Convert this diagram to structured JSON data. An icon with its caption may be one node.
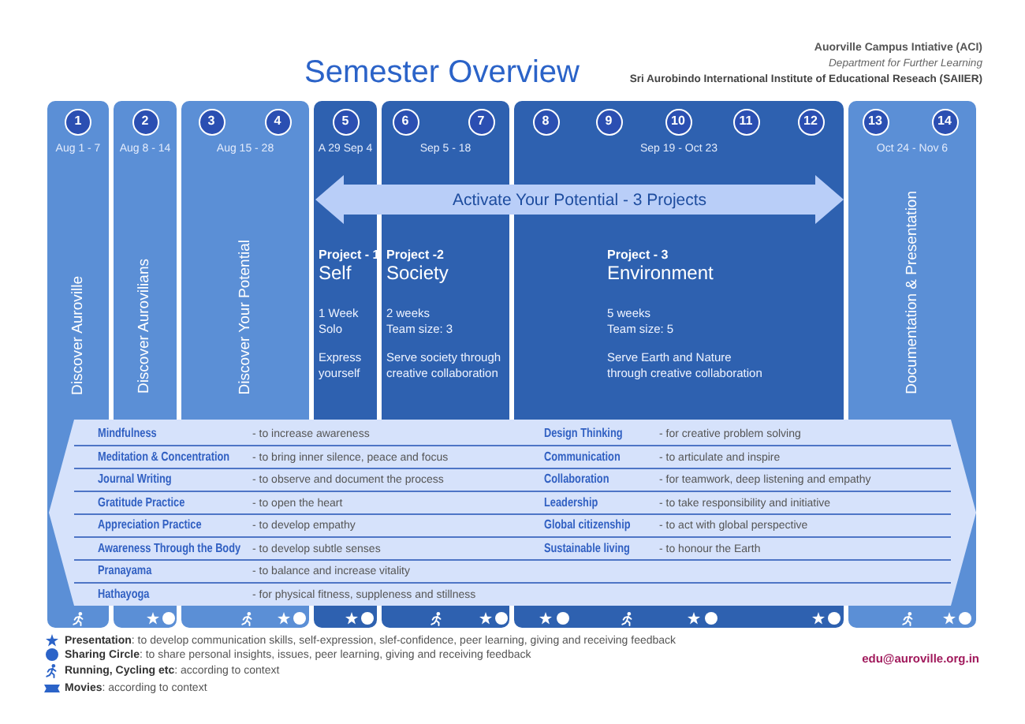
{
  "diagram": {
    "title": "Semester Overview",
    "nodes": [
      {
        "text": [
          "Aug 1 - 7",
          "Discover Auroville"
        ]
      },
      {
        "text": [
          "1"
        ],
        "in": 0
      },
      {
        "text": [
          "Aug 8 - 14",
          "Discover Aurovilians"
        ]
      },
      {
        "text": [
          "2"
        ],
        "in": 2
      },
      {
        "text": [
          "Aug 15 - 28",
          "Discover Your Potential"
        ]
      },
      {
        "text": [
          "3"
        ],
        "in": 4
      },
      {
        "text": [
          "4"
        ],
        "in": 4
      },
      {
        "text": [
          "A 29 Sep 4",
          "Project - 1",
          "Self",
          "1 Week Solo",
          "Express yourself"
        ]
      },
      {
        "text": [
          "5"
        ],
        "in": 7
      },
      {
        "text": [
          "Sep 5 - 18",
          "Project -2",
          "Society",
          "2 weeks Team size: 3",
          "Serve society through creative collaboration"
        ]
      },
      {
        "text": [
          "6"
        ],
        "in": 9
      },
      {
        "text": [
          "7"
        ],
        "in": 9
      },
      {
        "text": [
          "Sep 19 - Oct 23",
          "Project - 3",
          "Environment",
          "5 weeks Team size: 5",
          "Serve Earth and Nature through creative collaboration"
        ]
      },
      {
        "text": [
          "8"
        ],
        "in": 12
      },
      {
        "text": [
          "9"
        ],
        "in": 12
      },
      {
        "text": [
          "10"
        ],
        "in": 12
      },
      {
        "text": [
          "11"
        ],
        "in": 12
      },
      {
        "text": [
          "12"
        ],
        "in": 12
      },
      {
        "text": [
          "Oct 24 - Nov 6",
          "Documentation & Presentation"
        ]
      },
      {
        "text": [
          "13"
        ],
        "in": 18
      },
      {
        "text": [
          "14"
        ],
        "in": 18
      },
      {
        "text": [
          "Activate Your Potential - 3 Projects"
        ]
      }
    ],
    "labels": [
      "Auorville Campus Intiative (ACI)",
      "Department for Further Learning",
      "Sri Aurobindo International Institute of Educational Reseach (SAIIER)",
      "Mindfulness",
      "- to increase awareness",
      "Design Thinking",
      "- for creative problem solving",
      "Meditation & Concentration",
      "- to bring inner silence, peace and focus",
      "Communication",
      "- to articulate and inspire",
      "Journal Writing",
      "- to observe and document the process",
      "Collaboration",
      "- for teamwork, deep listening and empathy",
      "Gratitude Practice",
      "- to open the heart",
      "Leadership",
      "- to take responsibility and initiative",
      "Appreciation Practice",
      "- to develop empathy",
      "Global citizenship",
      "- to act with global perspective",
      "Awareness Through the Body",
      "- to develop subtle senses",
      "Sustainable living",
      "- to honour the Earth",
      "Pranayama",
      "- to balance and increase vitality",
      "Hathayoga",
      "- for physical fitness, suppleness and stillness",
      "edu@auroville.org.in"
    ],
    "legend": [
      {
        "text": "**Presentation**: to develop communication skills, self-expression, slef-confidence, peer learning, giving and receiving feedback"
      },
      {
        "text": "**Sharing Circle**: to share personal insights, issues, peer learning, giving and receiving feedback"
      },
      {
        "text": "**Running, Cycling etc**: according to context"
      },
      {
        "text": "**Movies**: according to context"
      }
    ]
  }
}
